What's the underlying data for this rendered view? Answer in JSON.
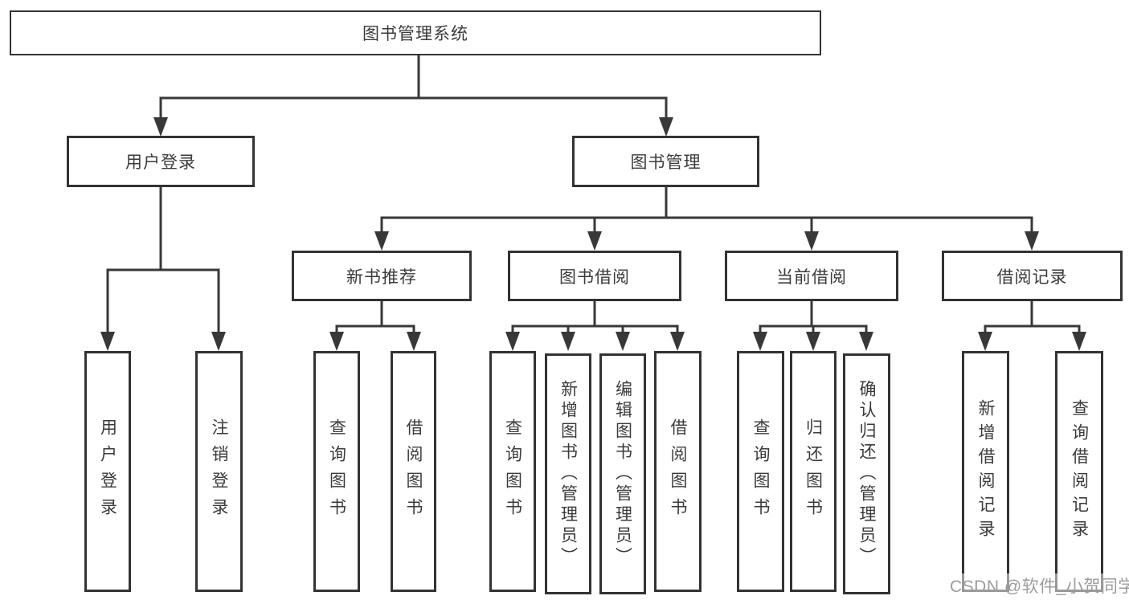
{
  "colors": {
    "background": "#ffffff",
    "line": "#383838",
    "box_border": "#333333",
    "text": "#3b3b3b",
    "watermark": "#9c9c9c"
  },
  "nodes": {
    "root": {
      "label": "图书管理系统"
    },
    "user_login": {
      "label": "用户登录"
    },
    "book_mgmt": {
      "label": "图书管理"
    },
    "new_book_rec": {
      "label": "新书推荐"
    },
    "book_borrow": {
      "label": "图书借阅"
    },
    "current_borrow": {
      "label": "当前借阅"
    },
    "borrow_records": {
      "label": "借阅记录"
    },
    "leaves": {
      "user_login": {
        "label": "用户登录"
      },
      "logout": {
        "label": "注销登录"
      },
      "nbr_search_books": {
        "label": "查询图书"
      },
      "nbr_borrow_books": {
        "label": "借阅图书"
      },
      "bb_search_books": {
        "label": "查询图书"
      },
      "bb_add_books": {
        "label": "新增图书（管理员）"
      },
      "bb_edit_books": {
        "label": "编辑图书（管理员）"
      },
      "bb_borrow_books": {
        "label": "借阅图书"
      },
      "cb_search_books": {
        "label": "查询图书"
      },
      "cb_return_books": {
        "label": "归还图书"
      },
      "cb_confirm_return": {
        "label": "确认归还（管理员）"
      },
      "br_add_record": {
        "label": "新增借阅记录"
      },
      "br_search_record": {
        "label": "查询借阅记录"
      }
    }
  },
  "tree": {
    "图书管理系统": {
      "用户登录": [
        "用户登录",
        "注销登录"
      ],
      "图书管理": {
        "新书推荐": [
          "查询图书",
          "借阅图书"
        ],
        "图书借阅": [
          "查询图书",
          "新增图书（管理员）",
          "编辑图书（管理员）",
          "借阅图书"
        ],
        "当前借阅": [
          "查询图书",
          "归还图书",
          "确认归还（管理员）"
        ],
        "借阅记录": [
          "新增借阅记录",
          "查询借阅记录"
        ]
      }
    }
  },
  "watermark": {
    "text": "CSDN @软件_小贺同学"
  }
}
